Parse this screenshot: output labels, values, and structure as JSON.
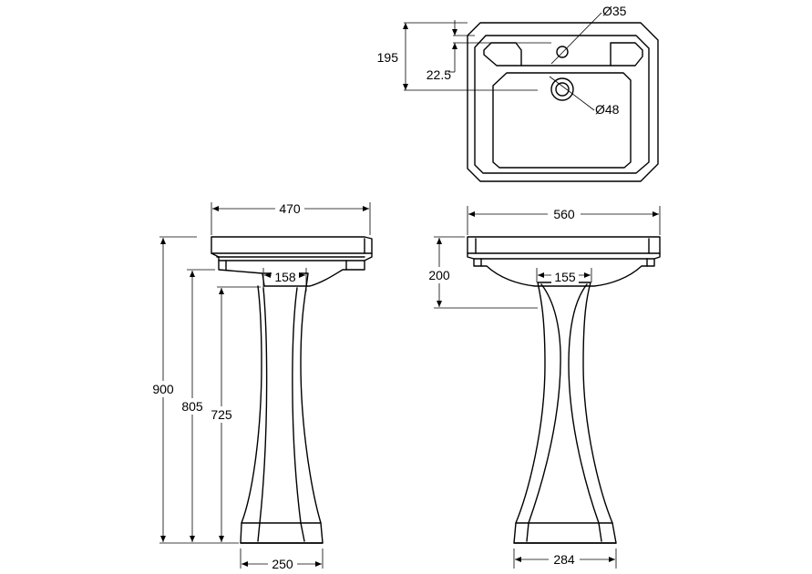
{
  "labels": {
    "top_dia_tap": "Ø35",
    "top_dia_waste": "Ø48",
    "top_depth": "195",
    "top_offset": "22.5",
    "side_width": "470",
    "side_total_height": "900",
    "side_rim_height": "805",
    "side_pedestal_height": "725",
    "side_neck": "158",
    "side_base": "250",
    "front_width": "560",
    "front_bowl_depth": "200",
    "front_neck": "155",
    "front_base": "284"
  },
  "colors": {
    "line": "#000000",
    "background": "#ffffff"
  }
}
